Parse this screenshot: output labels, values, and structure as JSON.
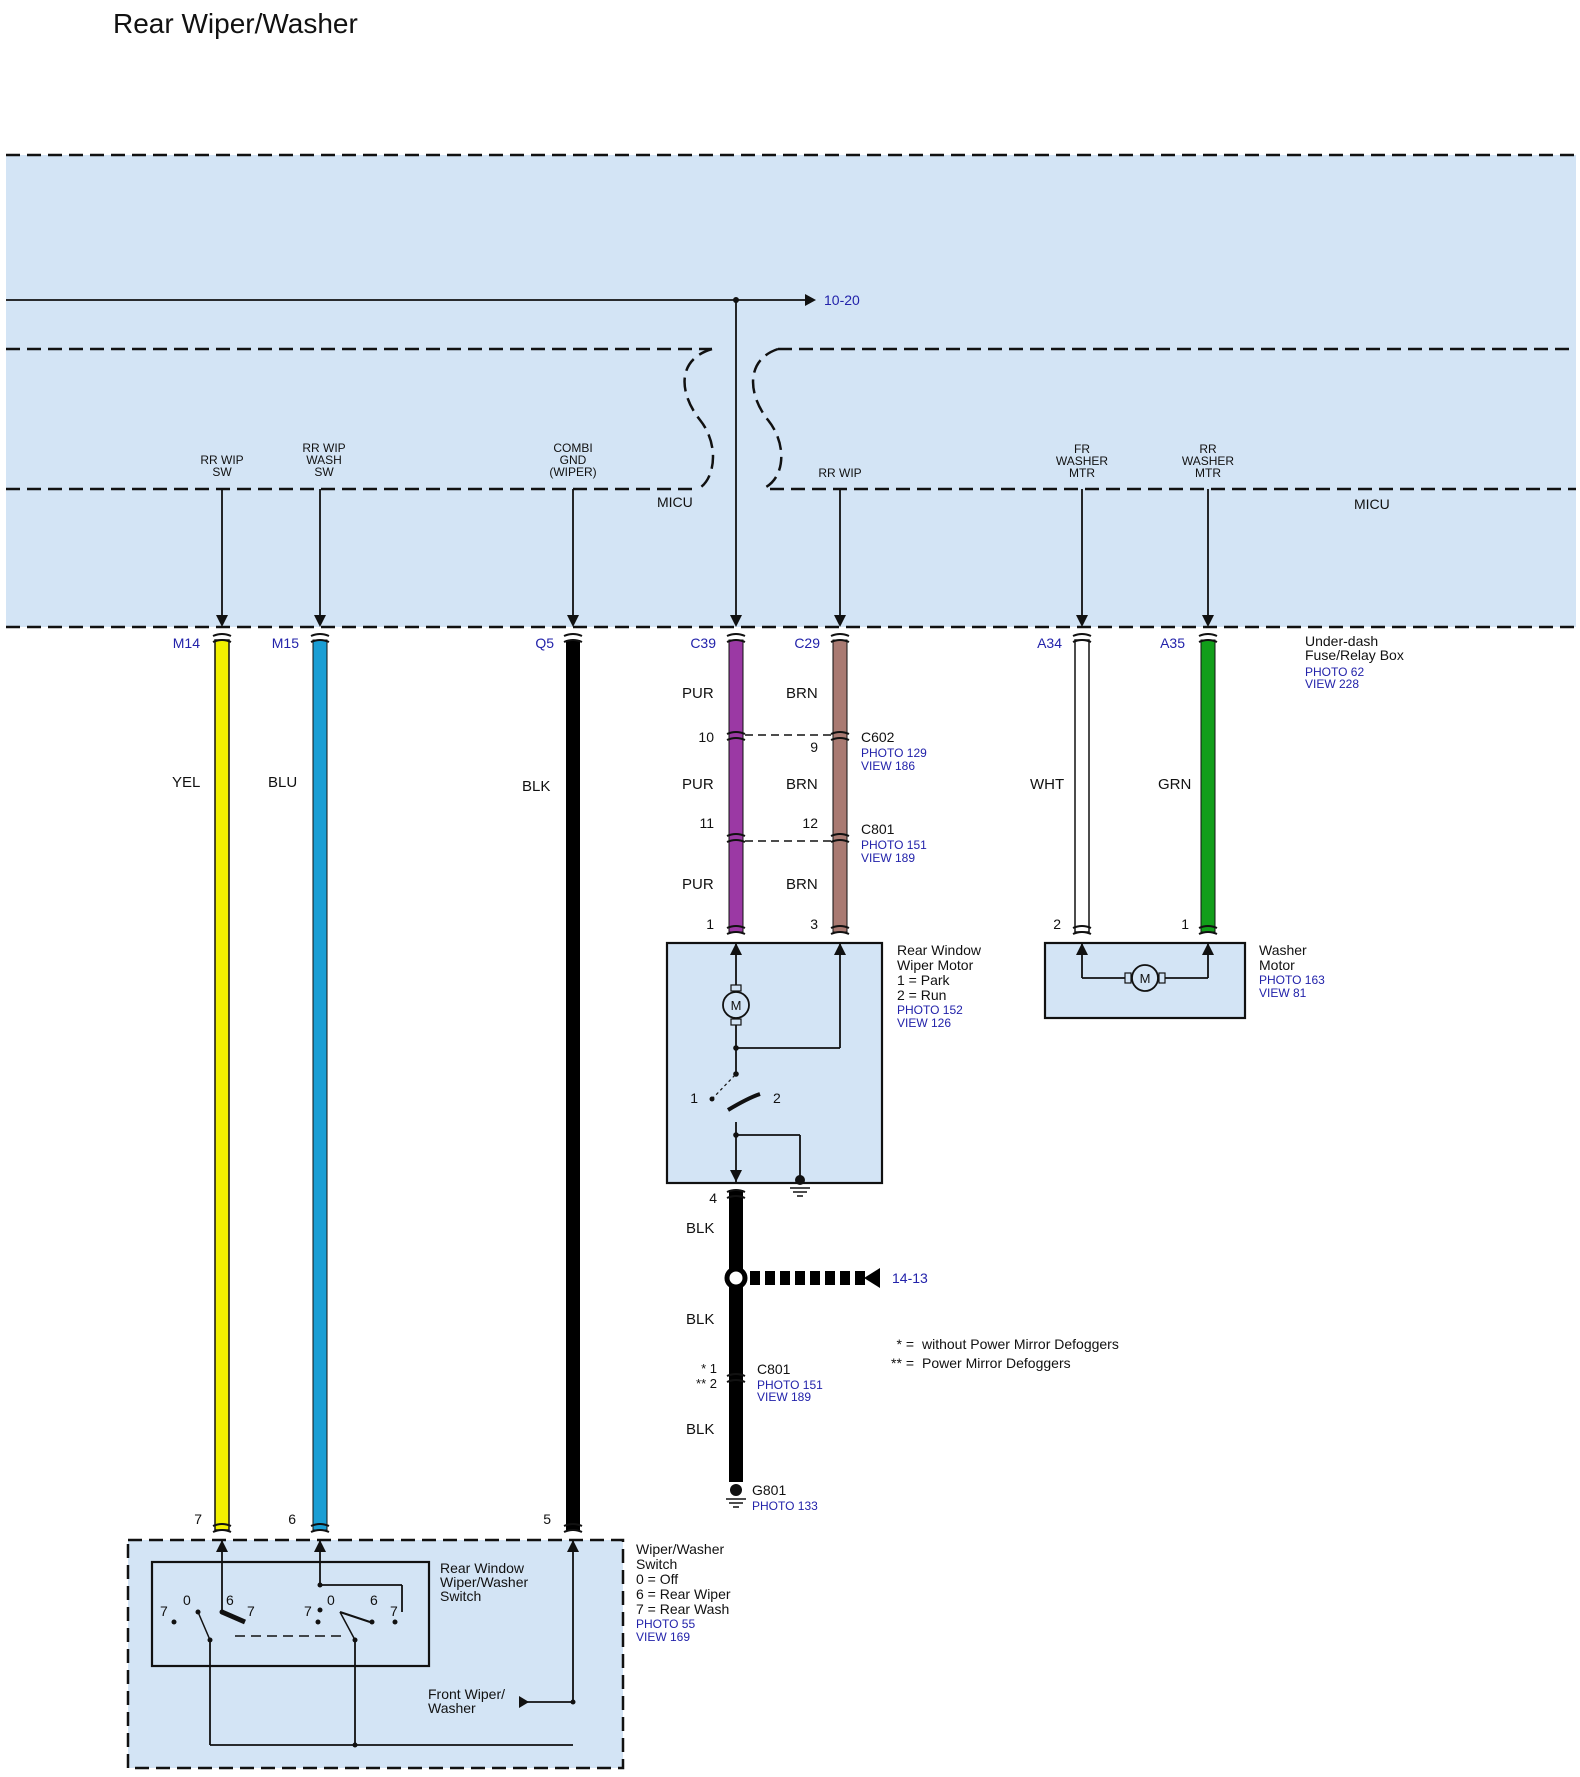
{
  "title": "Rear Wiper/Washer",
  "colors": {
    "panel_fill": "#d3e4f5",
    "link_text": "#2222aa",
    "wire_YEL": "#f2f000",
    "wire_BLU": "#1a9ed4",
    "wire_BLK": "#000000",
    "wire_PUR": "#9b39a4",
    "wire_BRN": "#a97a72",
    "wire_WHT": "#ffffff",
    "wire_GRN": "#129e1a"
  },
  "refs": {
    "top": "10-20",
    "ground_ref": "14-13"
  },
  "micu": {
    "left_label": "MICU",
    "right_label": "MICU",
    "terminals": {
      "rr_wip_sw": [
        "RR WIP",
        "SW"
      ],
      "rr_wip_wash_sw": [
        "RR WIP",
        "WASH",
        "SW"
      ],
      "combi_gnd": [
        "COMBI",
        "GND",
        "(WIPER)"
      ],
      "rr_wip": [
        "RR WIP"
      ],
      "fr_washer_mtr": [
        "FR",
        "WASHER",
        "MTR"
      ],
      "rr_washer_mtr": [
        "RR",
        "WASHER",
        "MTR"
      ]
    }
  },
  "connectors": {
    "m14": "M14",
    "m15": "M15",
    "q5": "Q5",
    "c39": "C39",
    "c29": "C29",
    "a34": "A34",
    "a35": "A35"
  },
  "fuse_box": {
    "name_line1": "Under-dash",
    "name_line2": "Fuse/Relay Box",
    "photo": "PHOTO 62",
    "view": "VIEW 228"
  },
  "wire_labels": {
    "yel": "YEL",
    "blu": "BLU",
    "blk": "BLK",
    "pur": "PUR",
    "brn": "BRN",
    "wht": "WHT",
    "grn": "GRN"
  },
  "c602": {
    "name": "C602",
    "photo": "PHOTO 129",
    "view": "VIEW 186",
    "pin_pur": "10",
    "pin_brn": "9"
  },
  "c801_upper": {
    "name": "C801",
    "photo": "PHOTO 151",
    "view": "VIEW 189",
    "pin_pur": "11",
    "pin_brn": "12"
  },
  "rear_wiper_motor": {
    "pin_1": "1",
    "pin_3": "3",
    "pin_4": "4",
    "motor_symbol": "M",
    "sw_1": "1",
    "sw_2": "2",
    "desc": [
      "Rear Window",
      "Wiper Motor",
      "1 = Park",
      "2 = Run"
    ],
    "photo": "PHOTO 152",
    "view": "VIEW 126"
  },
  "washer_motor": {
    "pin_2": "2",
    "pin_1": "1",
    "motor_symbol": "M",
    "desc": [
      "Washer",
      "Motor"
    ],
    "photo": "PHOTO 163",
    "view": "VIEW 81"
  },
  "c801_lower": {
    "name": "C801",
    "photo": "PHOTO 151",
    "view": "VIEW 189",
    "pin_a": "* 1",
    "pin_b": "** 2"
  },
  "g801": {
    "name": "G801",
    "photo": "PHOTO 133"
  },
  "legend": {
    "one_star": "* =",
    "one_star_text": "without Power Mirror Defoggers",
    "two_star": "** =",
    "two_star_text": "Power Mirror Defoggers"
  },
  "switch": {
    "pin_7": "7",
    "pin_6": "6",
    "pin_5": "5",
    "inner_title": [
      "Rear Window",
      "Wiper/Washer",
      "Switch"
    ],
    "positions_left": [
      "7",
      "0",
      "6",
      "7"
    ],
    "positions_right": [
      "7",
      "0",
      "6",
      "7"
    ],
    "desc": [
      "Wiper/Washer",
      "Switch",
      "0 = Off",
      "6 = Rear Wiper",
      "7 = Rear Wash"
    ],
    "photo": "PHOTO 55",
    "view": "VIEW 169",
    "front_label": [
      "Front Wiper/",
      "Washer"
    ]
  }
}
